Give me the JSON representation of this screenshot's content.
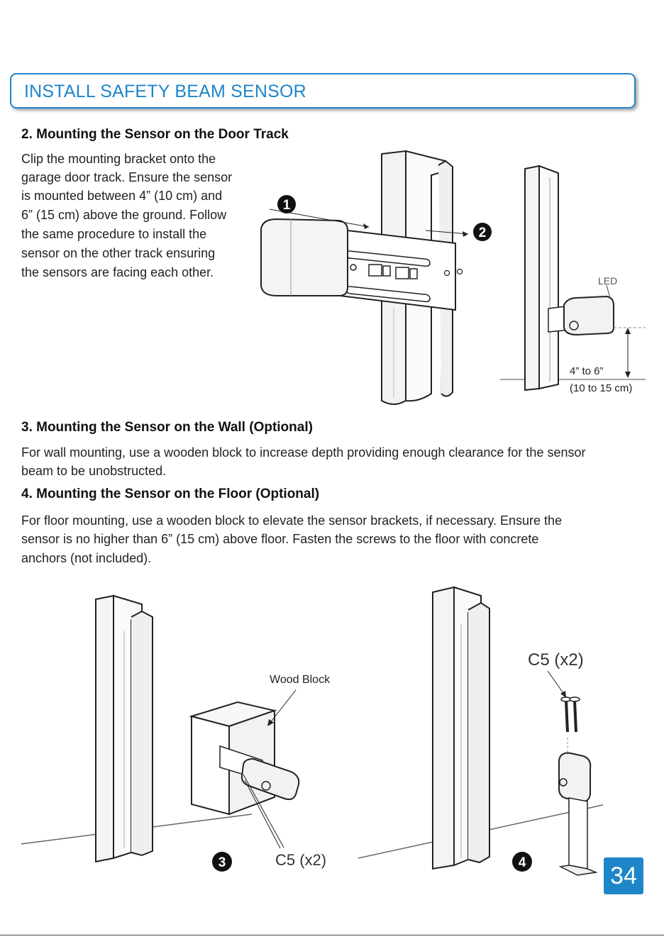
{
  "header": {
    "title": "INSTALL SAFETY BEAM SENSOR"
  },
  "sections": {
    "door_track": {
      "heading": "2. Mounting the Sensor on the Door Track",
      "lines": [
        "Clip the mounting bracket onto the",
        "garage door track. Ensure the sensor",
        "is mounted between 4” (10 cm) and",
        "6” (15 cm) above the ground. Follow",
        "the same procedure to install the",
        "sensor on the other track ensuring",
        "the sensors are facing each other."
      ]
    },
    "wall": {
      "heading": "3. Mounting the Sensor on the Wall (Optional)",
      "lines": [
        "For wall mounting, use a wooden block to increase depth providing enough clearance for the sensor",
        "beam to be unobstructed."
      ]
    },
    "floor": {
      "heading": "4. Mounting the Sensor on the Floor (Optional)",
      "lines": [
        "For floor mounting, use a wooden block to elevate the sensor brackets, if necessary. Ensure the",
        "sensor is no higher than 6” (15 cm) above floor. Fasten the screws to the floor with concrete",
        "anchors (not included)."
      ]
    }
  },
  "diagram_labels": {
    "step1": "1",
    "step2": "2",
    "step3": "3",
    "step4": "4",
    "led": "LED",
    "height_line1": "4” to 6”",
    "height_line2": "(10 to 15 cm)",
    "wood_block": "Wood Block",
    "c5_wall": "C5 (x2)",
    "c5_floor": "C5 (x2)"
  },
  "footer": {
    "page_number": "34"
  },
  "colors": {
    "accent": "#1e86c8"
  }
}
